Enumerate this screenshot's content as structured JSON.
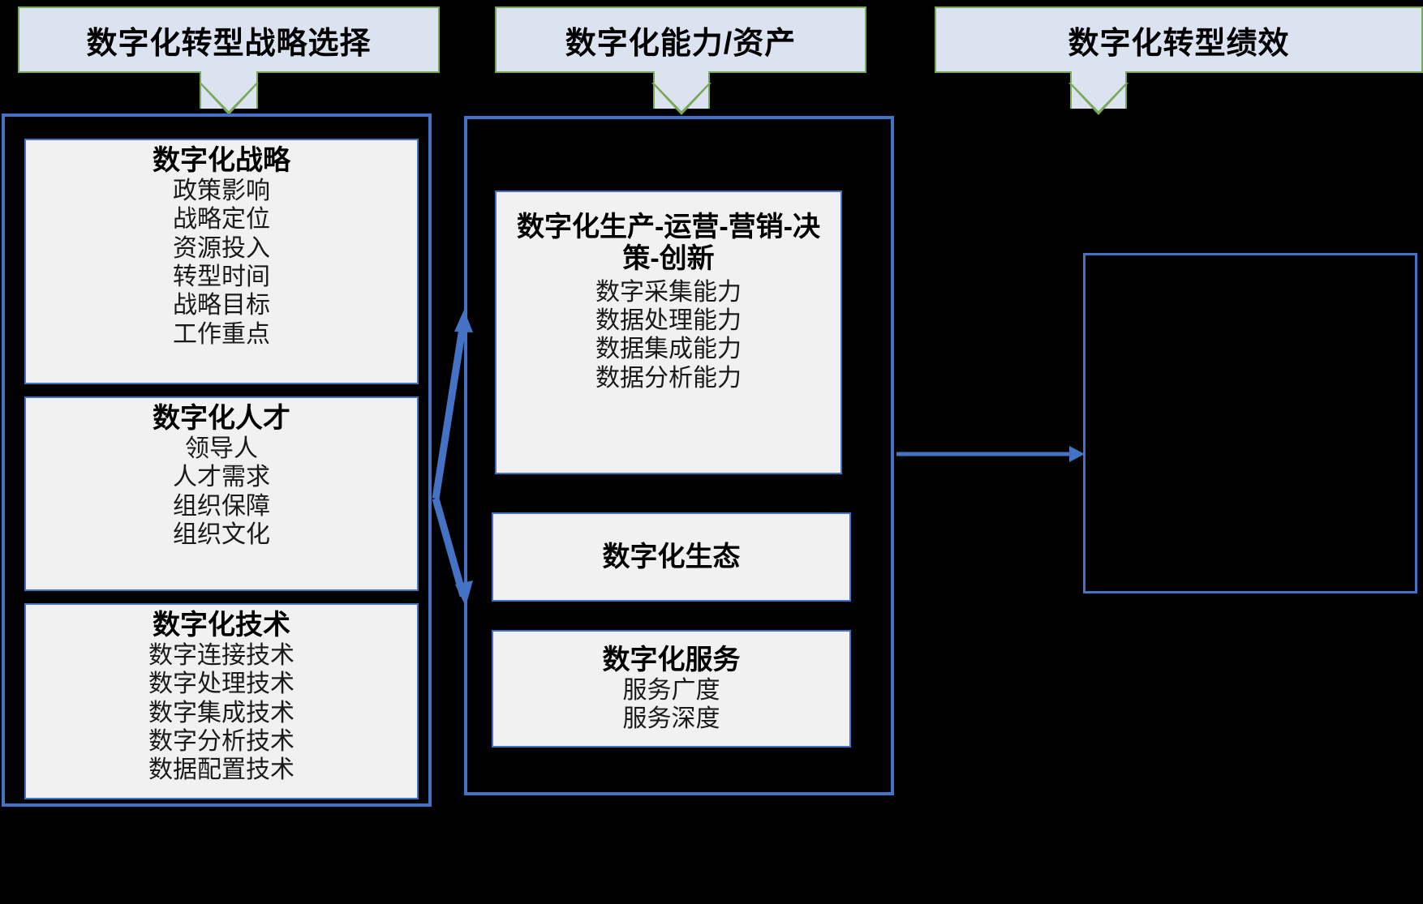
{
  "colors": {
    "header_fill": "#dce3f0",
    "header_border": "#7aa85a",
    "group_border": "#4472c4",
    "card_fill": "#f1f1f1",
    "card_border": "#4472c4",
    "connector": "#4472c4",
    "background": "#000000"
  },
  "headers": [
    {
      "id": "strategy-choice",
      "label": "数字化转型战略选择"
    },
    {
      "id": "capability-asset",
      "label": "数字化能力/资产"
    },
    {
      "id": "transformation-performance",
      "label": "数字化转型绩效"
    }
  ],
  "columns": {
    "left": {
      "cards": [
        {
          "id": "digital-strategy",
          "title": "数字化战略",
          "items": [
            "政策影响",
            "战略定位",
            "资源投入",
            "转型时间",
            "战略目标",
            "工作重点"
          ]
        },
        {
          "id": "digital-talent",
          "title": "数字化人才",
          "items": [
            "领导人",
            "人才需求",
            "组织保障",
            "组织文化"
          ]
        },
        {
          "id": "digital-technology",
          "title": "数字化技术",
          "items": [
            "数字连接技术",
            "数字处理技术",
            "数字集成技术",
            "数字分析技术",
            "数据配置技术"
          ]
        }
      ]
    },
    "middle": {
      "cards": [
        {
          "id": "digital-production-chain",
          "title": "数字化生产-运营-营销-决策-创新",
          "items": [
            "数字采集能力",
            "数据处理能力",
            "数据集成能力",
            "数据分析能力"
          ]
        },
        {
          "id": "digital-ecosystem",
          "title": "数字化生态",
          "items": []
        },
        {
          "id": "digital-service",
          "title": "数字化服务",
          "items": [
            "服务广度",
            "服务深度"
          ]
        }
      ]
    },
    "right": {
      "cards": [
        {
          "id": "performance-outcome",
          "title": "",
          "items": []
        }
      ]
    }
  },
  "connectors": [
    {
      "id": "left-to-middle-up",
      "kind": "arrow",
      "direction": "up-right"
    },
    {
      "id": "left-to-middle-down",
      "kind": "arrow",
      "direction": "down-right"
    },
    {
      "id": "middle-to-right",
      "kind": "arrow",
      "direction": "right"
    }
  ]
}
